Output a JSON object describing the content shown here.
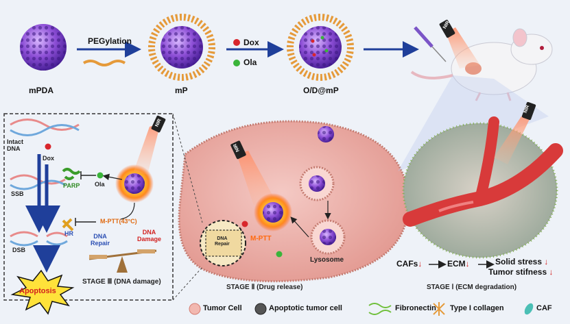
{
  "top_row": {
    "particles": [
      "mPDA",
      "mP",
      "O/D@mP"
    ],
    "step1_label": "PEGylation",
    "drugs": [
      {
        "name": "Dox",
        "color": "#d8262c"
      },
      {
        "name": "Ola",
        "color": "#3ab43a"
      }
    ]
  },
  "nir_label": "NIR",
  "stage3": {
    "title": "STAGE Ⅲ (DNA damage)",
    "intact_dna": "Intact\nDNA",
    "dox": "Dox",
    "parp": "PARP",
    "ola": "Ola",
    "ssb": "SSB",
    "mptt": "M-PTT(43°C)",
    "hr": "HR",
    "dsb": "DSB",
    "dna_repair": "DNA\nRepair",
    "dna_damage": "DNA\nDamage",
    "apoptosis": "Apoptosis"
  },
  "stage2": {
    "title": "STAGE Ⅱ (Drug release)",
    "inset_label": "DNA\nRepair",
    "mptt": "M-PTT",
    "lysosome": "Lysosome"
  },
  "stage1": {
    "title": "STAGE Ⅰ (ECM degradation)",
    "cafs": "CAFs",
    "ecm": "ECM",
    "solid_stress": "Solid stress",
    "tumor_stiffness": "Tumor stifness",
    "down_arrow": "↓"
  },
  "legend": [
    {
      "label": "Tumor Cell",
      "icon": "tumor-cell-icon"
    },
    {
      "label": "Apoptotic tumor cell",
      "icon": "apoptotic-cell-icon"
    },
    {
      "label": "Fibronectin",
      "icon": "fibronectin-icon"
    },
    {
      "label": "Type I collagen",
      "icon": "collagen-icon"
    },
    {
      "label": "CAF",
      "icon": "caf-icon"
    }
  ],
  "colors": {
    "particle_purple": "#8d4fd6",
    "peg_orange": "#e59a3a",
    "dox_red": "#d8262c",
    "ola_green": "#3ab43a",
    "vessel_red": "#d83a3a",
    "arrow_blue": "#1f3f9a"
  }
}
